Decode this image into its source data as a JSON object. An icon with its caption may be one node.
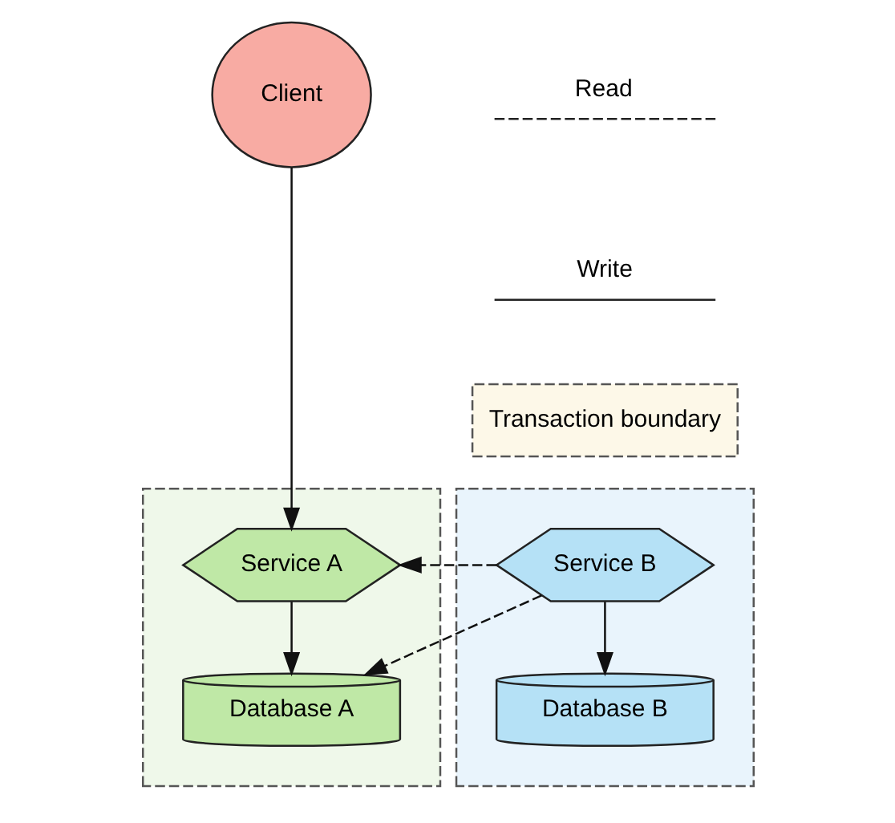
{
  "diagram": {
    "nodes": [
      {
        "text": [
          "Client"
        ]
      },
      {
        "text": [],
        "shape": "box"
      },
      {
        "text": [
          "Service A"
        ],
        "in": 1
      },
      {
        "text": [
          "Database A"
        ],
        "in": 1
      },
      {
        "text": [],
        "shape": "box"
      },
      {
        "text": [
          "Service B"
        ],
        "in": 4
      },
      {
        "text": [
          "Database B"
        ],
        "in": 4
      }
    ],
    "edges": [
      {
        "from": 0,
        "to": 2,
        "arrow": "to"
      },
      {
        "from": 5,
        "to": 2,
        "arrow": "to",
        "style": "dashed"
      },
      {
        "from": 5,
        "to": 3,
        "arrow": "to",
        "style": "dashed"
      },
      {
        "from": 2,
        "to": 3,
        "arrow": "to"
      },
      {
        "from": 5,
        "to": 6,
        "arrow": "to"
      }
    ],
    "legend": [
      {
        "text": "Read"
      },
      {
        "text": "Write"
      },
      {
        "text": "Transaction boundary",
        "color": "#fdf8e8"
      }
    ]
  }
}
